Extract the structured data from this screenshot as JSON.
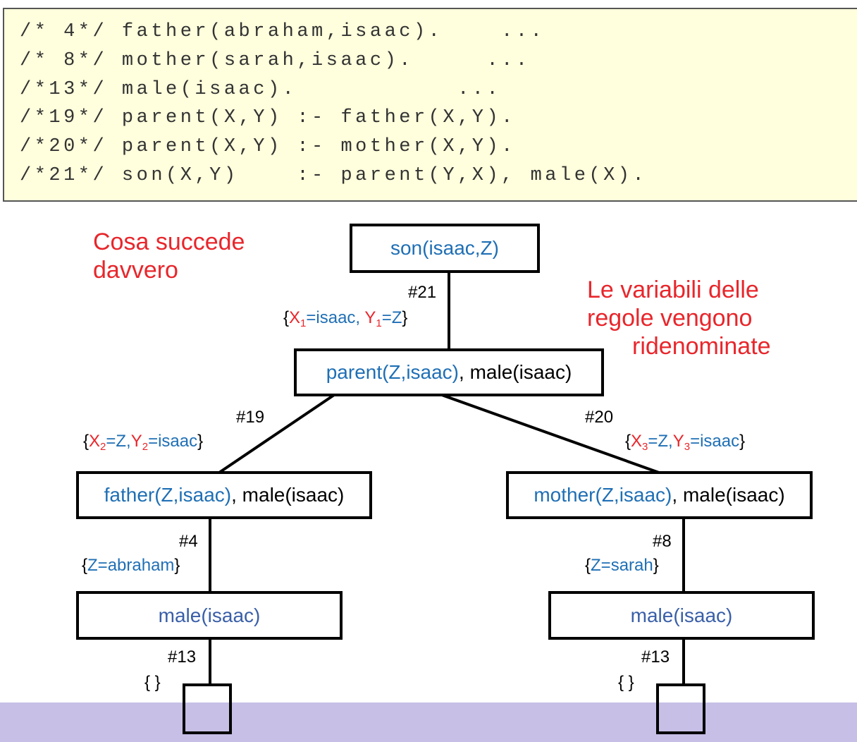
{
  "code": {
    "lines": [
      "/* 4*/ father(abraham,isaac).    ...",
      "/* 8*/ mother(sarah,isaac).     ...",
      "/*13*/ male(isaac).           ...",
      "/*19*/ parent(X,Y) :- father(X,Y).",
      "/*20*/ parent(X,Y) :- mother(X,Y).",
      "/*21*/ son(X,Y)    :- parent(Y,X), male(X)."
    ]
  },
  "notes": {
    "left": [
      "Cosa succede",
      "davvero"
    ],
    "right": [
      "Le variabili delle",
      "regole vengono",
      "ridenominate"
    ]
  },
  "nodes": {
    "root": "son(isaac,Z)",
    "level1": {
      "goal": "parent(Z,isaac)",
      "sep": ", ",
      "rest": "male(isaac)"
    },
    "left2": {
      "goal": "father(Z,isaac)",
      "sep": ", ",
      "rest": "male(isaac)"
    },
    "right2": {
      "goal": "mother(Z,isaac)",
      "sep": ", ",
      "rest": "male(isaac)"
    },
    "left3": "male(isaac)",
    "right3": "male(isaac)"
  },
  "edges": {
    "e21": {
      "rule": "#21",
      "open": "{",
      "v1": "X",
      "s1": "1",
      "eq1": "=isaac,",
      "v2": "Y",
      "s2": "1",
      "eq2": "=Z",
      "close": "}"
    },
    "e19": {
      "rule": "#19",
      "open": "{",
      "v1": "X",
      "s1": "2",
      "eq1": "=Z,",
      "v2": "Y",
      "s2": "2",
      "eq2": "=isaac",
      "close": "}"
    },
    "e20": {
      "rule": "#20",
      "open": "{",
      "v1": "X",
      "s1": "3",
      "eq1": "=Z,",
      "v2": "Y",
      "s2": "3",
      "eq2": "=isaac",
      "close": "}"
    },
    "e4": {
      "rule": "#4",
      "open": "{",
      "sub": "Z=abraham",
      "close": "}"
    },
    "e8": {
      "rule": "#8",
      "open": "{",
      "sub": "Z=sarah",
      "close": "}"
    },
    "e13a": {
      "rule": "#13",
      "sub": "{ }"
    },
    "e13b": {
      "rule": "#13",
      "sub": "{ }"
    }
  },
  "colors": {
    "term": "#1f6fb5",
    "variable": "#e8262b",
    "note": "#e8262b",
    "code_background": "#ffffdd",
    "footer": "#c7bfe6"
  }
}
